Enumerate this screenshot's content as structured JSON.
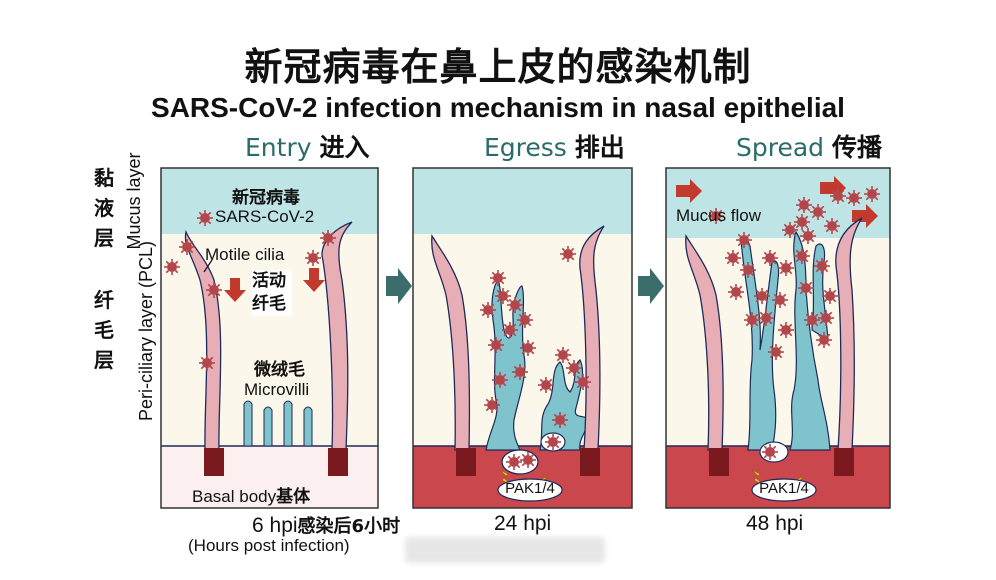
{
  "title": {
    "cn": "新冠病毒在鼻上皮的感染机制",
    "en": "SARS-CoV-2 infection mechanism in nasal epithelial"
  },
  "stages": [
    {
      "en": "Entry",
      "cn": "进入",
      "time": "6 hpi",
      "time_cn": "感染后6小时",
      "time_note": "(Hours post infection)"
    },
    {
      "en": "Egress",
      "cn": "排出",
      "time": "24 hpi"
    },
    {
      "en": "Spread",
      "cn": "传播",
      "time": "48 hpi"
    }
  ],
  "layers": {
    "mucus_cn": "黏液层",
    "mucus_en": "Mucus layer",
    "pcl_cn": "纤毛层",
    "pcl_en": "Peri-ciliary layer (PCL)"
  },
  "labels": {
    "virus_cn": "新冠病毒",
    "virus_en": "SARS-CoV-2",
    "cilia_en": "Motile cilia",
    "cilia_cn": "活动纤毛",
    "microvilli_cn": "微绒毛",
    "microvilli_en": "Microvilli",
    "basal_en": "Basal body",
    "basal_cn": "基体",
    "pak": "PAK1/4",
    "mucus_flow": "Mucus flow"
  },
  "colors": {
    "mucus": "#bfe4e6",
    "pcl": "#fbf7ea",
    "cell": "#c9474d",
    "cilia": "#e8aeb5",
    "microvilli": "#7fc3cc",
    "basal": "#7a1a1f",
    "virus": "#b2464b",
    "arrow": "#c23a2e",
    "stage_text": "#2b6b6a"
  }
}
